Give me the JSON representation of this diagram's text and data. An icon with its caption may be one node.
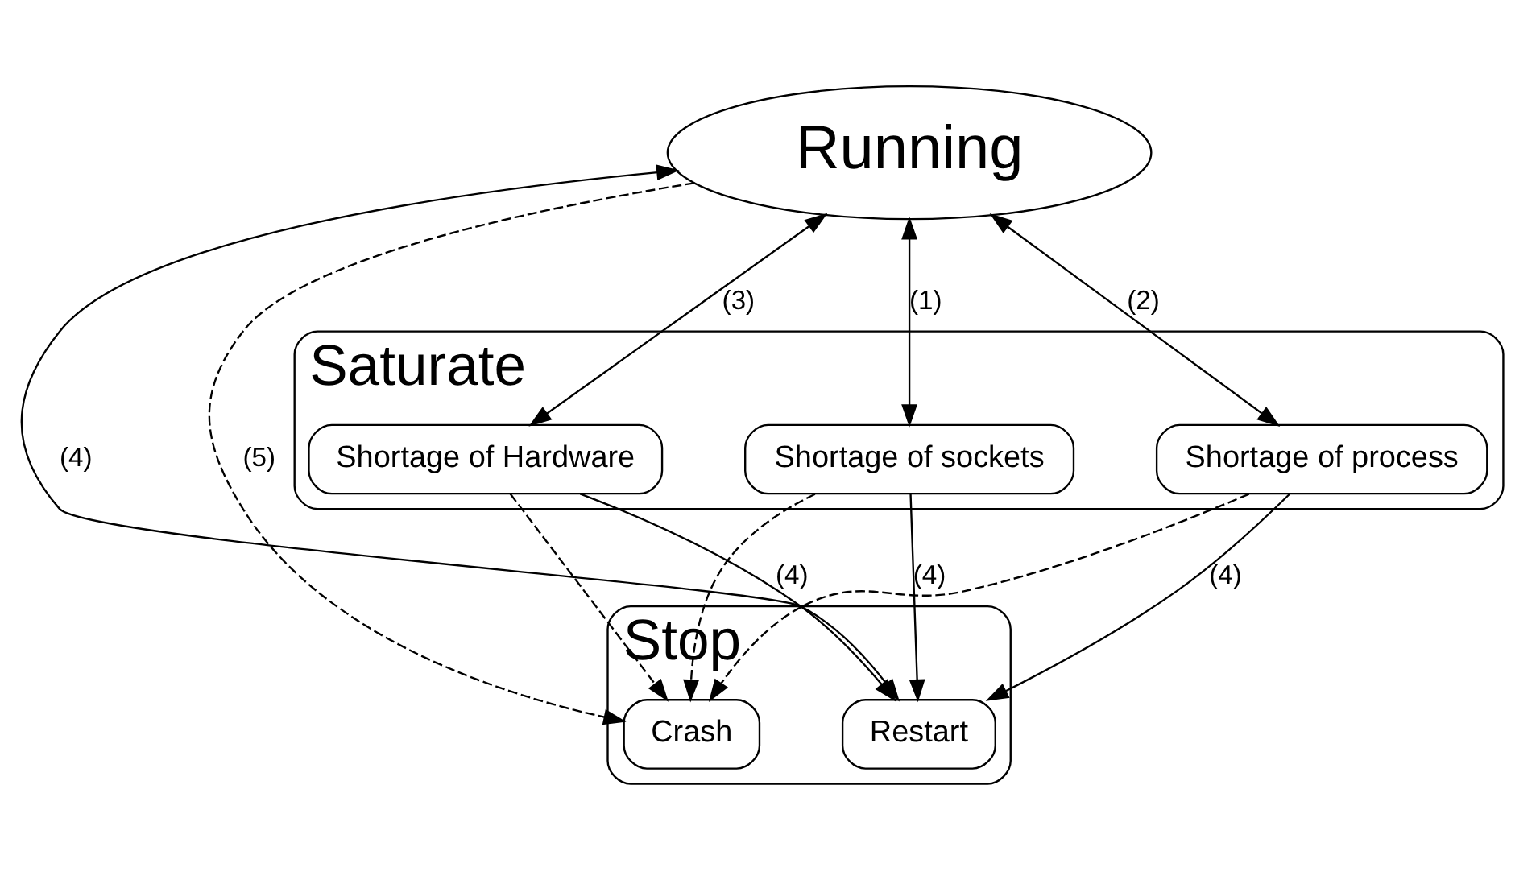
{
  "diagram": {
    "nodes": [
      {
        "text": [
          "Running"
        ]
      },
      {
        "text": [
          "Stop"
        ]
      },
      {
        "text": [
          "Restart"
        ],
        "in": 1
      },
      {
        "text": [
          "Crash"
        ],
        "in": 1
      },
      {
        "text": [
          "Saturate"
        ]
      },
      {
        "text": [
          "Shortage of sockets"
        ],
        "in": 4
      },
      {
        "text": [
          "Shortage of process"
        ],
        "in": 4
      },
      {
        "text": [
          "Shortage of Hardware"
        ],
        "in": 4
      }
    ],
    "edges": [
      {
        "from": 0,
        "to": 2,
        "arrow": "both",
        "label": "(4)"
      },
      {
        "from": 0,
        "to": 3,
        "arrow": "to",
        "label": "(5)",
        "style": "dashed"
      },
      {
        "from": 0,
        "to": 7,
        "arrow": "both",
        "label": "(3)"
      },
      {
        "from": 0,
        "to": 6,
        "arrow": "both",
        "label": "(2)"
      },
      {
        "from": 0,
        "to": 5,
        "arrow": "both",
        "label": "(1)"
      },
      {
        "from": 5,
        "to": 2,
        "arrow": "to",
        "label": "(4)"
      },
      {
        "from": 6,
        "to": 2,
        "arrow": "to",
        "label": "(4)"
      },
      {
        "from": 7,
        "to": 2,
        "arrow": "to",
        "label": "(4)"
      },
      {
        "from": 5,
        "to": 3,
        "arrow": "to",
        "style": "dashed"
      },
      {
        "from": 6,
        "to": 3,
        "arrow": "to",
        "style": "dashed"
      },
      {
        "from": 7,
        "to": 3,
        "arrow": "to",
        "style": "dashed"
      }
    ]
  }
}
